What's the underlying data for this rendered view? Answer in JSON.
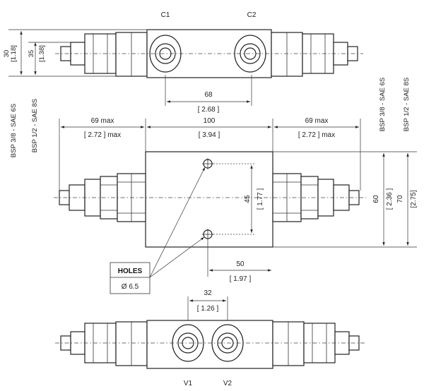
{
  "ports": {
    "c1": "C1",
    "c2": "C2",
    "v1": "V1",
    "v2": "V2"
  },
  "dimensions": {
    "height_30": "30",
    "height_30_in": "[1.18]",
    "height_35": "35",
    "height_35_in": "[1.38]",
    "c_spacing": "68",
    "c_spacing_in": "[ 2.68 ]",
    "left_max": "69 max",
    "left_max_in": "[ 2.72 ] max",
    "body_length": "100",
    "body_length_in": "[ 3.94 ]",
    "right_max": "69 max",
    "right_max_in": "[ 2.72 ] max",
    "hole_spacing": "45",
    "hole_spacing_in": "[ 1.77 ]",
    "hole_offset": "50",
    "hole_offset_in": "[ 1.97 ]",
    "v_spacing": "32",
    "v_spacing_in": "[ 1.26 ]",
    "body_height_60": "60",
    "body_height_60_in": "[ 2.36 ]",
    "body_height_70": "70",
    "body_height_70_in": "[2.75]"
  },
  "ports_spec": {
    "left_1": "BSP 3/8 - SAE 6S",
    "left_2": "BSP 1/2 - SAE 8S",
    "right_1": "BSP 3/8 - SAE 6S",
    "right_2": "BSP 1/2 - SAE 8S"
  },
  "holes": {
    "label": "HOLES",
    "diameter": "Ø 6.5"
  }
}
